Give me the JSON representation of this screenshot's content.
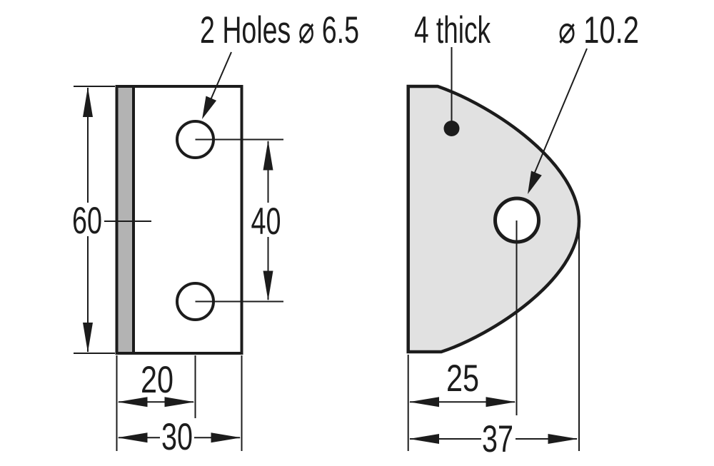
{
  "drawing": {
    "notes": {
      "holes": "2 Holes ⌀ 6.5",
      "thickness": "4 thick",
      "large_hole_diameter": "⌀ 10.2"
    },
    "dimensions": {
      "plate_height": "60",
      "hole_spacing": "40",
      "hole_offset_from_edge": "20",
      "plate_width": "30",
      "large_hole_offset": "25",
      "profile_max_width": "37"
    },
    "colors": {
      "face_fill": "#e1e1e1",
      "edge_strip_fill": "#b3b3b3",
      "line": "#1c1c1c"
    }
  }
}
